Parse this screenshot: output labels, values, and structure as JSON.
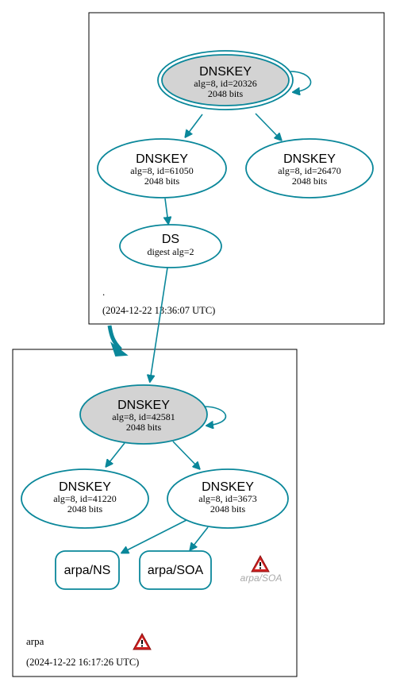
{
  "colors": {
    "edge": "#0a879a",
    "node_fill_ksk": "#d3d3d3",
    "node_fill": "#ffffff",
    "zone_border": "#000000",
    "warning_red": "#d02020",
    "warning_label": "#a9a9a9"
  },
  "root_zone": {
    "name": ".",
    "timestamp": "(2024-12-22 13:36:07 UTC)",
    "nodes": {
      "ksk": {
        "title": "DNSKEY",
        "line1": "alg=8, id=20326",
        "line2": "2048 bits"
      },
      "zsk1": {
        "title": "DNSKEY",
        "line1": "alg=8, id=61050",
        "line2": "2048 bits"
      },
      "zsk2": {
        "title": "DNSKEY",
        "line1": "alg=8, id=26470",
        "line2": "2048 bits"
      },
      "ds": {
        "title": "DS",
        "line1": "digest alg=2"
      }
    }
  },
  "arpa_zone": {
    "name": "arpa",
    "timestamp": "(2024-12-22 16:17:26 UTC)",
    "nodes": {
      "ksk": {
        "title": "DNSKEY",
        "line1": "alg=8, id=42581",
        "line2": "2048 bits"
      },
      "zsk1": {
        "title": "DNSKEY",
        "line1": "alg=8, id=41220",
        "line2": "2048 bits"
      },
      "zsk2": {
        "title": "DNSKEY",
        "line1": "alg=8, id=3673",
        "line2": "2048 bits"
      },
      "ns": {
        "label": "arpa/NS"
      },
      "soa": {
        "label": "arpa/SOA"
      }
    },
    "warning_label": "arpa/SOA",
    "icons": [
      "warning-triangle-icon",
      "warning-triangle-icon"
    ]
  }
}
